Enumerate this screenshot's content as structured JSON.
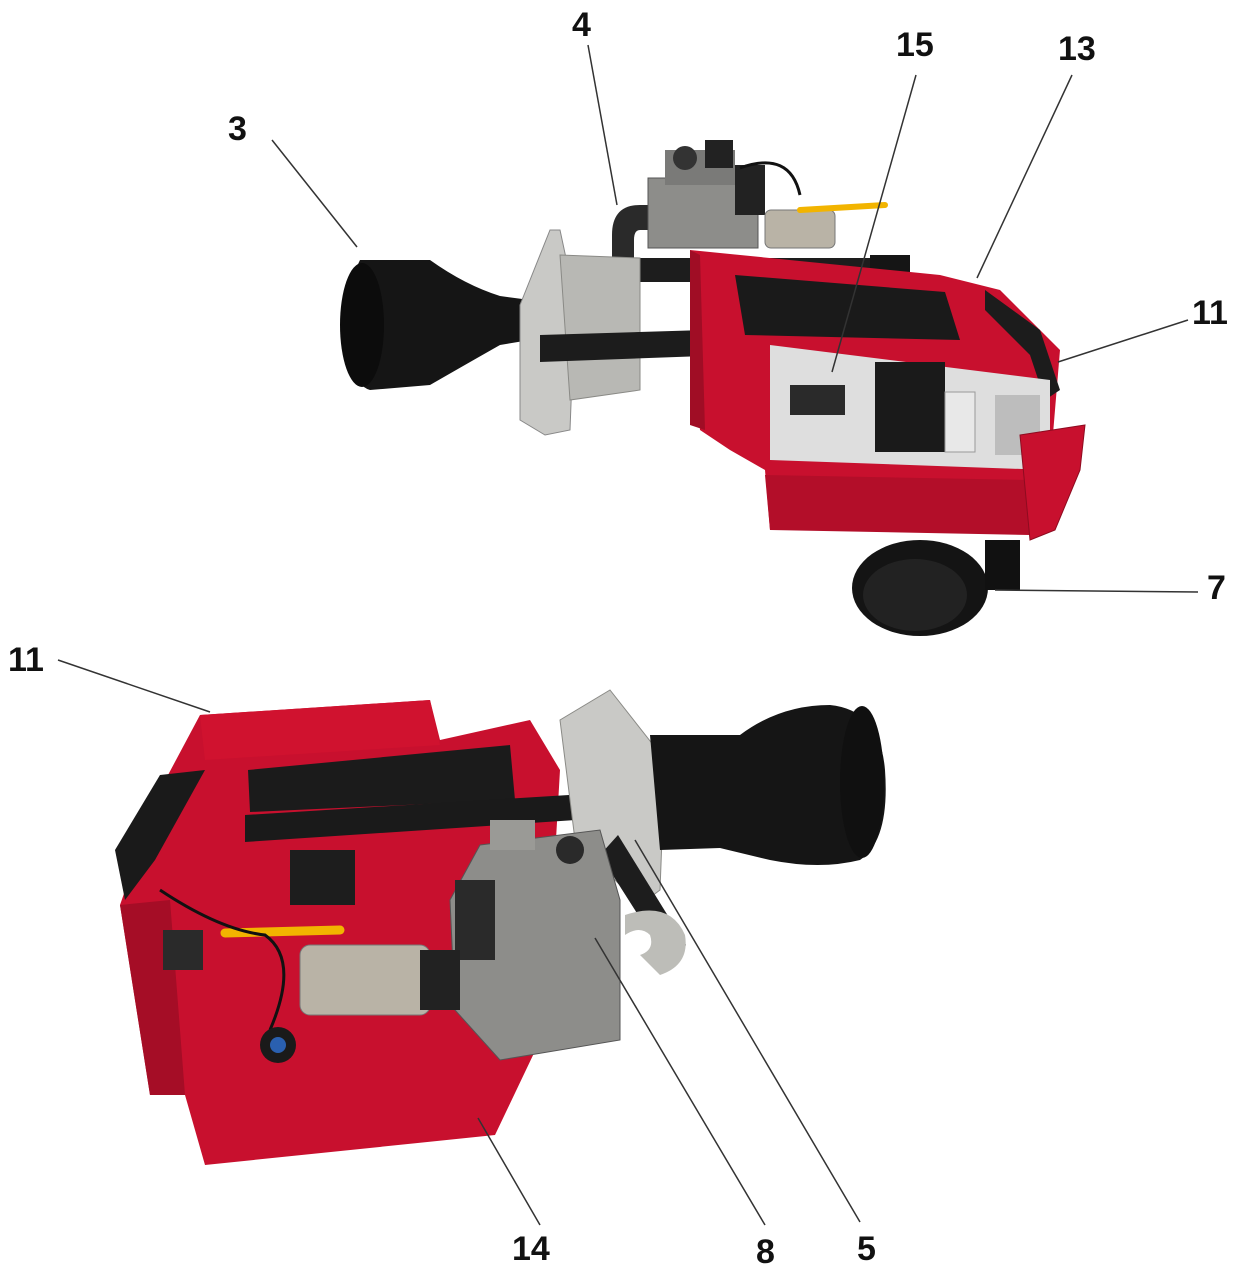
{
  "figure": {
    "callouts_top": [
      {
        "id": "top-3",
        "label": "3"
      },
      {
        "id": "top-4",
        "label": "4"
      },
      {
        "id": "top-15",
        "label": "15"
      },
      {
        "id": "top-13",
        "label": "13"
      },
      {
        "id": "top-11",
        "label": "11"
      },
      {
        "id": "top-7",
        "label": "7"
      }
    ],
    "callouts_bottom": [
      {
        "id": "bottom-11",
        "label": "11"
      },
      {
        "id": "bottom-14",
        "label": "14"
      },
      {
        "id": "bottom-8",
        "label": "8"
      },
      {
        "id": "bottom-5",
        "label": "5"
      }
    ]
  },
  "colors": {
    "housing_red": "#c8102e",
    "housing_red_dark": "#8e0b20",
    "blast_tube_black": "#1a1a1a",
    "valve_grey": "#8d8d8a",
    "flange_silver": "#c9c9c6",
    "ball_valve_brass": "#b9b3a6",
    "handle_yellow": "#f2b400"
  }
}
